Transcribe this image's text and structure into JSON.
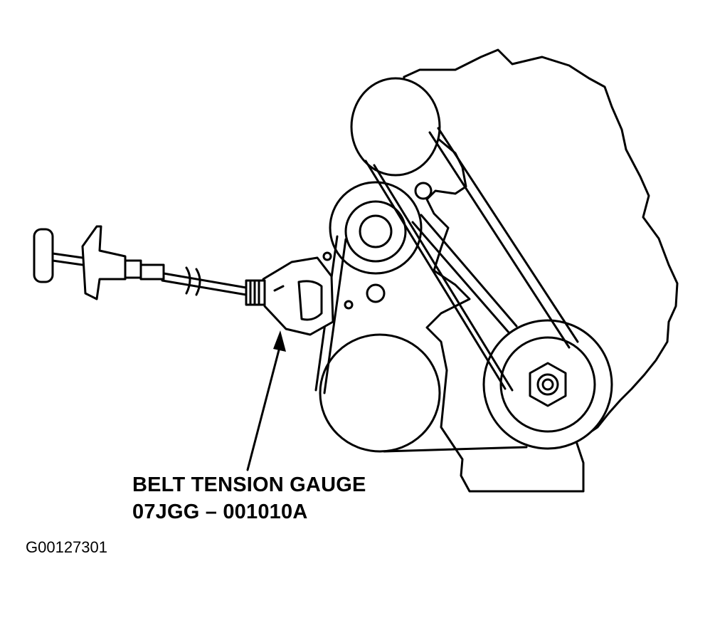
{
  "callout": {
    "line1": "BELT TENSION GAUGE",
    "line2": "07JGG – 001010A"
  },
  "figure_id": "G00127301",
  "colors": {
    "ink": "#000000",
    "paper": "#ffffff"
  }
}
